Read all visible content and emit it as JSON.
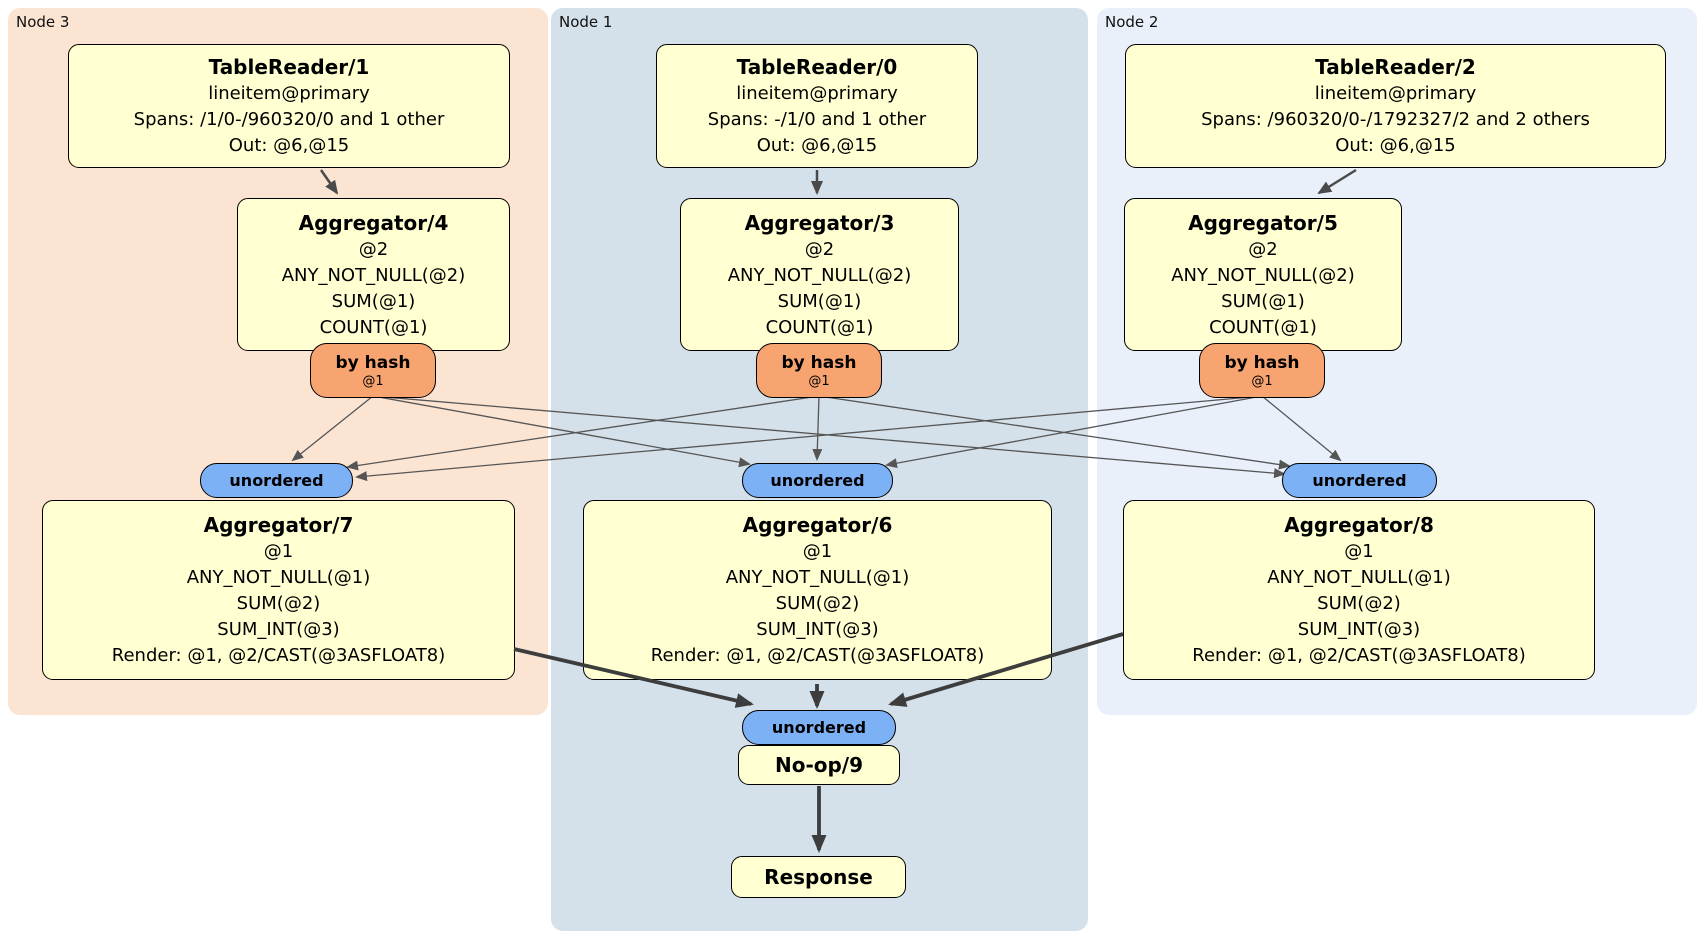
{
  "regions": {
    "node3": {
      "label": "Node 3"
    },
    "node1": {
      "label": "Node 1"
    },
    "node2": {
      "label": "Node 2"
    }
  },
  "processors": {
    "tr1": {
      "title": "TableReader/1",
      "lines": [
        "lineitem@primary",
        "Spans: /1/0-/960320/0 and 1 other",
        "Out: @6,@15"
      ]
    },
    "tr0": {
      "title": "TableReader/0",
      "lines": [
        "lineitem@primary",
        "Spans: -/1/0 and 1 other",
        "Out: @6,@15"
      ]
    },
    "tr2": {
      "title": "TableReader/2",
      "lines": [
        "lineitem@primary",
        "Spans: /960320/0-/1792327/2 and 2 others",
        "Out: @6,@15"
      ]
    },
    "agg4": {
      "title": "Aggregator/4",
      "lines": [
        "@2",
        "ANY_NOT_NULL(@2)",
        "SUM(@1)",
        "COUNT(@1)"
      ]
    },
    "agg3": {
      "title": "Aggregator/3",
      "lines": [
        "@2",
        "ANY_NOT_NULL(@2)",
        "SUM(@1)",
        "COUNT(@1)"
      ]
    },
    "agg5": {
      "title": "Aggregator/5",
      "lines": [
        "@2",
        "ANY_NOT_NULL(@2)",
        "SUM(@1)",
        "COUNT(@1)"
      ]
    },
    "agg7": {
      "title": "Aggregator/7",
      "lines": [
        "@1",
        "ANY_NOT_NULL(@1)",
        "SUM(@2)",
        "SUM_INT(@3)",
        "Render: @1, @2/CAST(@3ASFLOAT8)"
      ]
    },
    "agg6": {
      "title": "Aggregator/6",
      "lines": [
        "@1",
        "ANY_NOT_NULL(@1)",
        "SUM(@2)",
        "SUM_INT(@3)",
        "Render: @1, @2/CAST(@3ASFLOAT8)"
      ]
    },
    "agg8": {
      "title": "Aggregator/8",
      "lines": [
        "@1",
        "ANY_NOT_NULL(@1)",
        "SUM(@2)",
        "SUM_INT(@3)",
        "Render: @1, @2/CAST(@3ASFLOAT8)"
      ]
    },
    "noop": {
      "title": "No-op/9"
    },
    "response": {
      "title": "Response"
    }
  },
  "routers": {
    "left": {
      "label": "by hash",
      "detail": "@1"
    },
    "middle": {
      "label": "by hash",
      "detail": "@1"
    },
    "right": {
      "label": "by hash",
      "detail": "@1"
    }
  },
  "syncs": {
    "left": {
      "label": "unordered"
    },
    "middle": {
      "label": "unordered"
    },
    "right": {
      "label": "unordered"
    },
    "final": {
      "label": "unordered"
    }
  },
  "colors": {
    "node3_bg": "#fce4d3",
    "node1_bg": "#d4e1ea",
    "node2_bg": "#e9f0fa",
    "processor_bg": "#ffffd2",
    "router_bg": "#f7a470",
    "sync_bg": "#7db1f5",
    "edge_thin": "#555555",
    "edge_thick": "#3d3d3d"
  }
}
